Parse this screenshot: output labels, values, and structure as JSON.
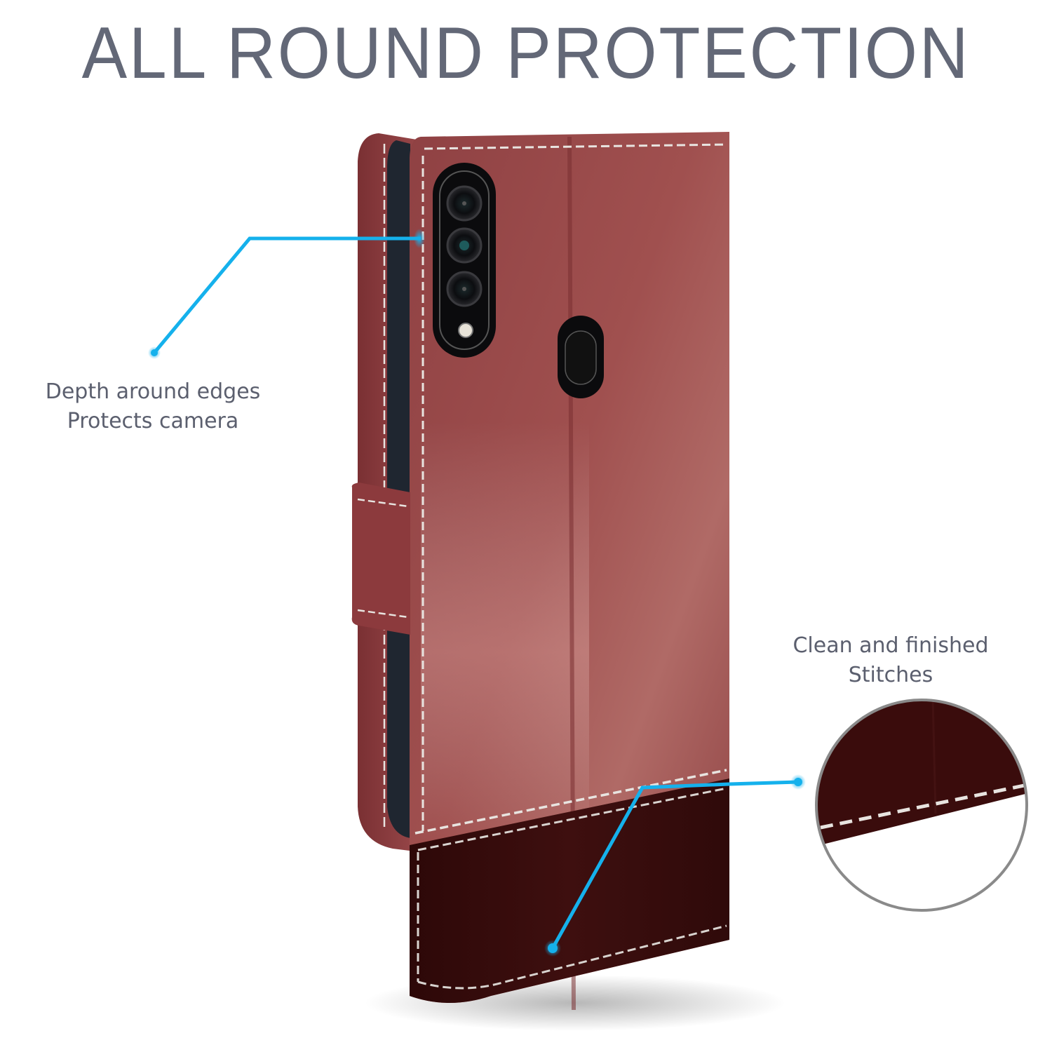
{
  "title": "ALL ROUND PROTECTION",
  "callouts": {
    "camera": {
      "line1": "Depth around edges",
      "line2": "Protects camera"
    },
    "stitches": {
      "line1": "Clean and finished",
      "line2": "Stitches"
    }
  },
  "product": {
    "type": "flip wallet phone case",
    "main_color": "#9b4a4c",
    "bottom_band_color": "#3b0d0d",
    "stitch_color": "#e8e4e0",
    "camera_module_color": "#0b0b0d"
  },
  "colors": {
    "title_text": "#636877",
    "callout_text": "#5b5f6e",
    "callout_line": "#15b1ec",
    "zoom_circle_border": "#8a8a8a"
  }
}
